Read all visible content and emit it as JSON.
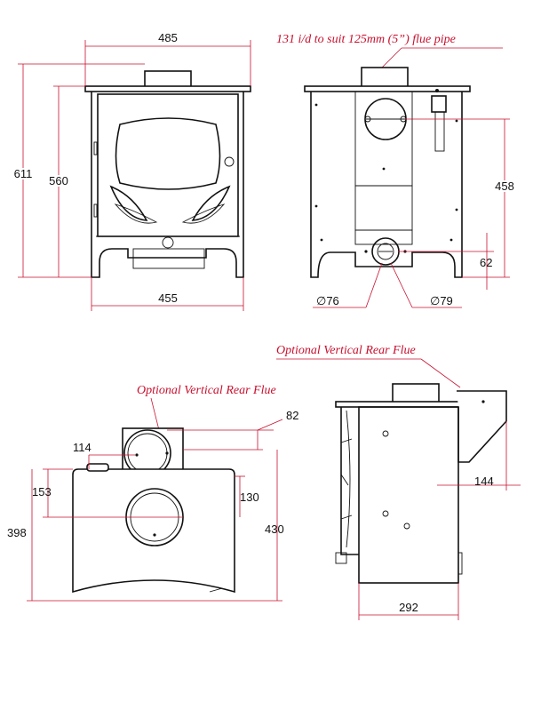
{
  "annotations": {
    "flue_pipe": "131 i/d to suit 125mm (5”) flue pipe",
    "rear_flue_side": "Optional Vertical Rear Flue",
    "rear_flue_top": "Optional Vertical Rear Flue"
  },
  "dimensions": {
    "front_width_top": "485",
    "front_height_total": "611",
    "front_height_body": "560",
    "front_width_base": "455",
    "side_flue_height": "458",
    "side_outlet_height": "62",
    "side_dia_76": "∅76",
    "side_dia_79": "∅79",
    "top_rear_flue_offset": "82",
    "top_flue_y": "114",
    "top_flue_x": "153",
    "top_flue_centre": "130",
    "top_depth_total": "398",
    "top_depth_rear": "430",
    "side2_rear_offset": "144",
    "side2_depth": "292"
  }
}
